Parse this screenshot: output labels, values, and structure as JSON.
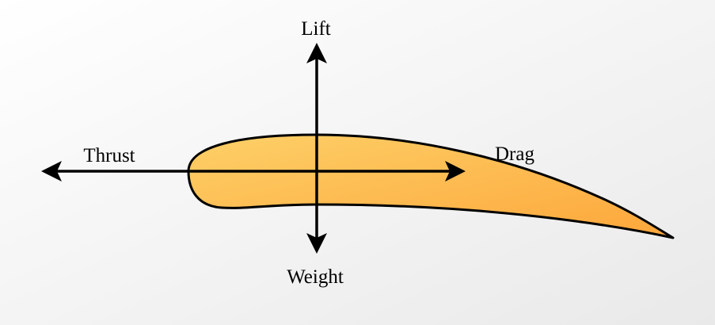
{
  "labels": {
    "lift": "Lift",
    "thrust": "Thrust",
    "drag": "Drag",
    "weight": "Weight"
  },
  "colors": {
    "background_light": "#ffffff",
    "background_dark": "#ebebeb",
    "airfoil_fill_light": "#fdd068",
    "airfoil_fill_dark": "#fdaa3c",
    "stroke": "#000000"
  }
}
